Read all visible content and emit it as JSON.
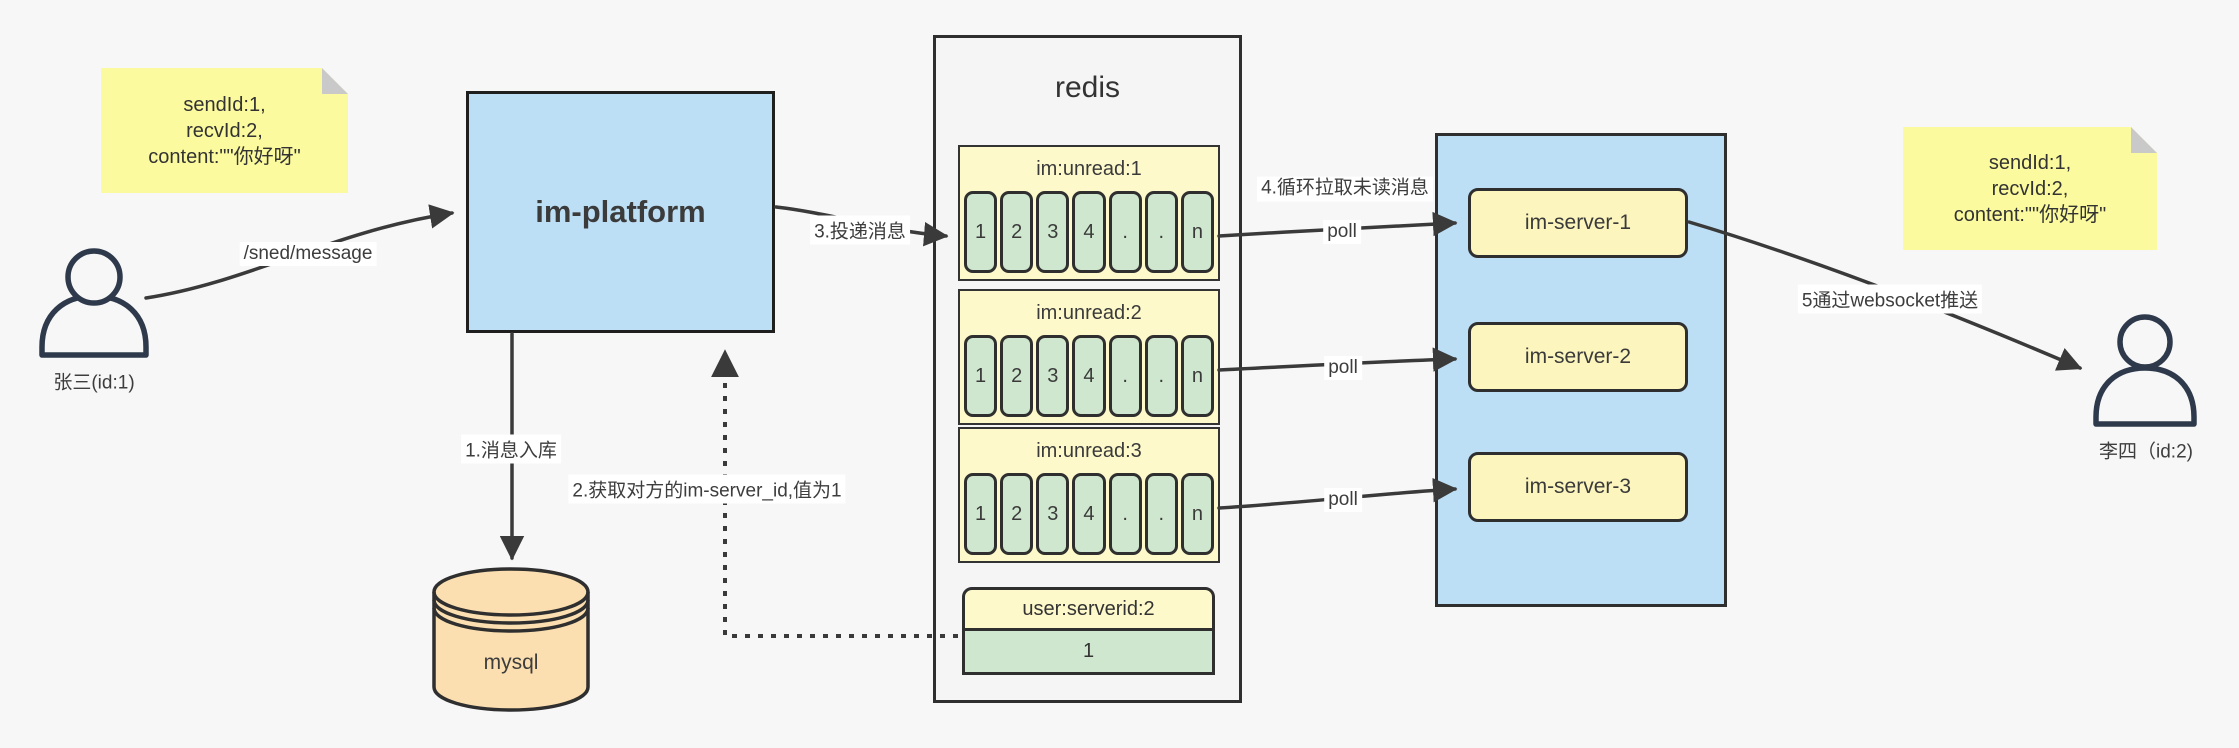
{
  "left_note": {
    "lines": [
      "sendId:1,",
      "recvId:2,",
      "content:\"\"你好呀\""
    ]
  },
  "right_note": {
    "lines": [
      "sendId:1,",
      "recvId:2,",
      "content:\"\"你好呀\""
    ]
  },
  "sender": {
    "label": "张三(id:1)"
  },
  "receiver": {
    "label": "李四（id:2)"
  },
  "platform": {
    "label": "im-platform"
  },
  "mysql": {
    "label": "mysql"
  },
  "redis": {
    "title": "redis",
    "queues": [
      {
        "header": "im:unread:1",
        "cells": [
          "1",
          "2",
          "3",
          "4",
          ".",
          ".",
          "n"
        ]
      },
      {
        "header": "im:unread:2",
        "cells": [
          "1",
          "2",
          "3",
          "4",
          ".",
          ".",
          "n"
        ]
      },
      {
        "header": "im:unread:3",
        "cells": [
          "1",
          "2",
          "3",
          "4",
          ".",
          ".",
          "n"
        ]
      }
    ],
    "kv": {
      "header": "user:serverid:2",
      "value": "1"
    }
  },
  "servers": {
    "items": [
      {
        "label": "im-server-1"
      },
      {
        "label": "im-server-2"
      },
      {
        "label": "im-server-3"
      }
    ]
  },
  "arrows": {
    "send": "/sned/message",
    "step1": "1.消息入库",
    "step2": "2.获取对方的im-server_id,值为1",
    "step3": "3.投递消息",
    "step4": "4.循环拉取未读消息",
    "poll": "poll",
    "step5": "5通过websocket推送"
  },
  "colors": {
    "background": "#f7f7f7",
    "note_yellow": "#fbfa9e",
    "note_fold_gray": "#c9c9c9",
    "container_blue": "#bddff6",
    "mysql_orange": "#fbdfb1",
    "key_yellow": "#fdf9cb",
    "server_yellow": "#fcf5be",
    "cell_green": "#cfe7ce",
    "stroke_dark": "#2f2f2f",
    "arrow_dark": "#3a3a3a",
    "actor_stroke": "#2e3a4c"
  }
}
